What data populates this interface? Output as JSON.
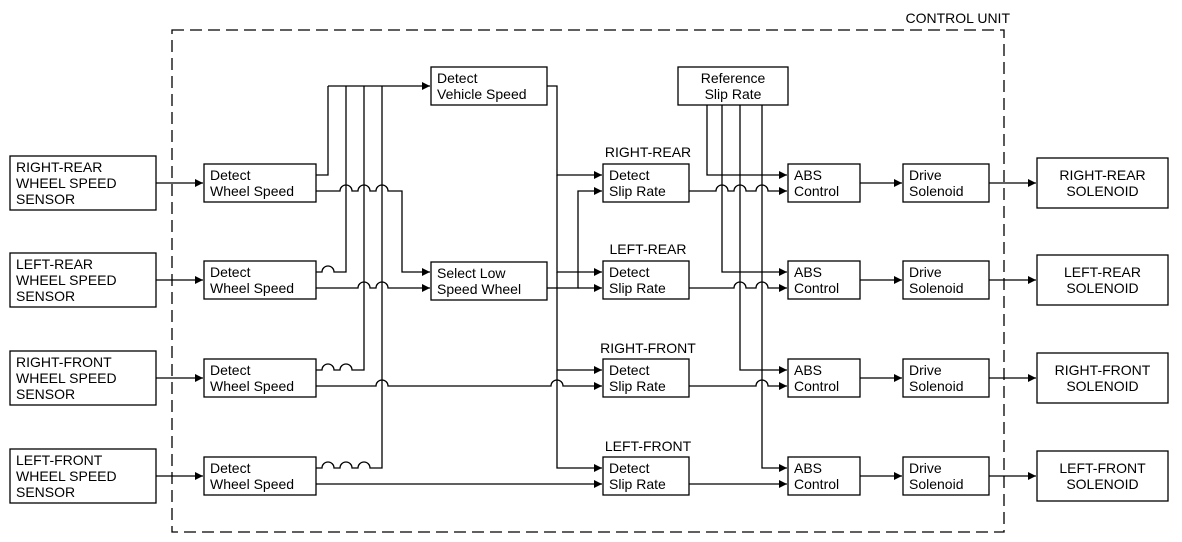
{
  "control_unit_label": "CONTROL UNIT",
  "sensors": [
    [
      "RIGHT-REAR",
      "WHEEL SPEED",
      "SENSOR"
    ],
    [
      "LEFT-REAR",
      "WHEEL SPEED",
      "SENSOR"
    ],
    [
      "RIGHT-FRONT",
      "WHEEL SPEED",
      "SENSOR"
    ],
    [
      "LEFT-FRONT",
      "WHEEL SPEED",
      "SENSOR"
    ]
  ],
  "detect_wheel_speed": [
    "Detect",
    "Wheel Speed"
  ],
  "detect_vehicle_speed": [
    "Detect",
    "Vehicle Speed"
  ],
  "select_low_speed_wheel": [
    "Select Low",
    "Speed Wheel"
  ],
  "reference_slip_rate": [
    "Reference",
    "Slip Rate"
  ],
  "wheel_labels": [
    "RIGHT-REAR",
    "LEFT-REAR",
    "RIGHT-FRONT",
    "LEFT-FRONT"
  ],
  "detect_slip_rate": [
    "Detect",
    "Slip Rate"
  ],
  "abs_control": [
    "ABS",
    "Control"
  ],
  "drive_solenoid": [
    "Drive",
    "Solenoid"
  ],
  "solenoids": [
    [
      "RIGHT-REAR",
      "SOLENOID"
    ],
    [
      "LEFT-REAR",
      "SOLENOID"
    ],
    [
      "RIGHT-FRONT",
      "SOLENOID"
    ],
    [
      "LEFT-FRONT",
      "SOLENOID"
    ]
  ]
}
